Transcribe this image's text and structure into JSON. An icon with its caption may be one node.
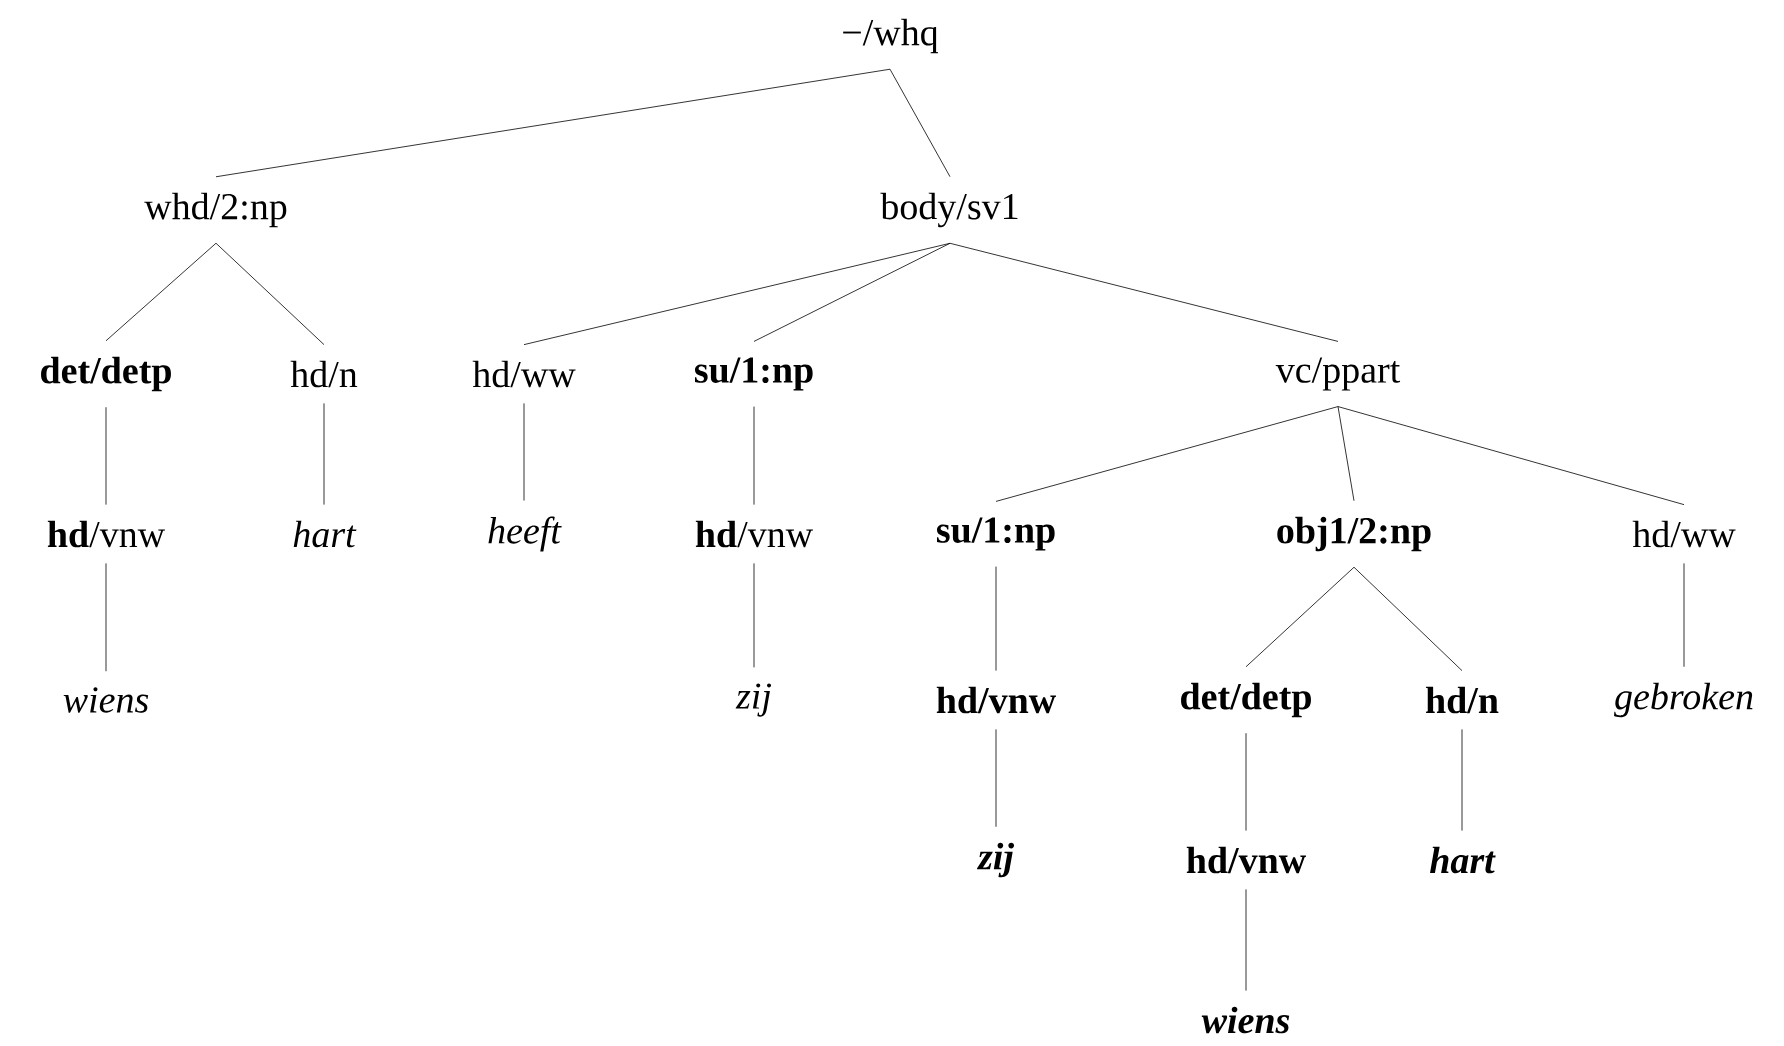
{
  "diagram": {
    "nodes": [
      {
        "text": [
          "−/whq"
        ]
      },
      {
        "text": [
          "whd/2:np"
        ]
      },
      {
        "text": [
          "body/sv1"
        ]
      },
      {
        "text": [
          "det/detp"
        ]
      },
      {
        "text": [
          "hd/n"
        ]
      },
      {
        "text": [
          "hd/ww"
        ]
      },
      {
        "text": [
          "su/1:np"
        ]
      },
      {
        "text": [
          "vc/ppart"
        ]
      },
      {
        "text": [
          "**hd**/vnw"
        ]
      },
      {
        "text": [
          "hart"
        ]
      },
      {
        "text": [
          "heeft"
        ]
      },
      {
        "text": [
          "**hd**/vnw"
        ]
      },
      {
        "text": [
          "su/1:np"
        ]
      },
      {
        "text": [
          "obj1/2:np"
        ]
      },
      {
        "text": [
          "hd/ww"
        ]
      },
      {
        "text": [
          "wiens"
        ]
      },
      {
        "text": [
          "zij"
        ]
      },
      {
        "text": [
          "hd/vnw"
        ]
      },
      {
        "text": [
          "det/detp"
        ]
      },
      {
        "text": [
          "hd/n"
        ]
      },
      {
        "text": [
          "gebroken"
        ]
      },
      {
        "text": [
          "zij"
        ]
      },
      {
        "text": [
          "hd/vnw"
        ]
      },
      {
        "text": [
          "hart"
        ]
      },
      {
        "text": [
          "wiens"
        ]
      }
    ],
    "edges": [
      {
        "from": 0,
        "to": 1,
        "arrow": "none"
      },
      {
        "from": 0,
        "to": 2,
        "arrow": "none"
      },
      {
        "from": 1,
        "to": 3,
        "arrow": "none"
      },
      {
        "from": 1,
        "to": 4,
        "arrow": "none"
      },
      {
        "from": 2,
        "to": 5,
        "arrow": "none"
      },
      {
        "from": 2,
        "to": 6,
        "arrow": "none"
      },
      {
        "from": 2,
        "to": 7,
        "arrow": "none"
      },
      {
        "from": 3,
        "to": 8,
        "arrow": "none"
      },
      {
        "from": 4,
        "to": 9,
        "arrow": "none"
      },
      {
        "from": 5,
        "to": 10,
        "arrow": "none"
      },
      {
        "from": 6,
        "to": 11,
        "arrow": "none"
      },
      {
        "from": 7,
        "to": 12,
        "arrow": "none"
      },
      {
        "from": 7,
        "to": 13,
        "arrow": "none"
      },
      {
        "from": 7,
        "to": 14,
        "arrow": "none"
      },
      {
        "from": 8,
        "to": 15,
        "arrow": "none"
      },
      {
        "from": 11,
        "to": 16,
        "arrow": "none"
      },
      {
        "from": 12,
        "to": 17,
        "arrow": "none"
      },
      {
        "from": 13,
        "to": 18,
        "arrow": "none"
      },
      {
        "from": 13,
        "to": 19,
        "arrow": "none"
      },
      {
        "from": 14,
        "to": 20,
        "arrow": "none"
      },
      {
        "from": 17,
        "to": 21,
        "arrow": "none"
      },
      {
        "from": 18,
        "to": 22,
        "arrow": "none"
      },
      {
        "from": 19,
        "to": 23,
        "arrow": "none"
      },
      {
        "from": 22,
        "to": 24,
        "arrow": "none"
      }
    ]
  }
}
